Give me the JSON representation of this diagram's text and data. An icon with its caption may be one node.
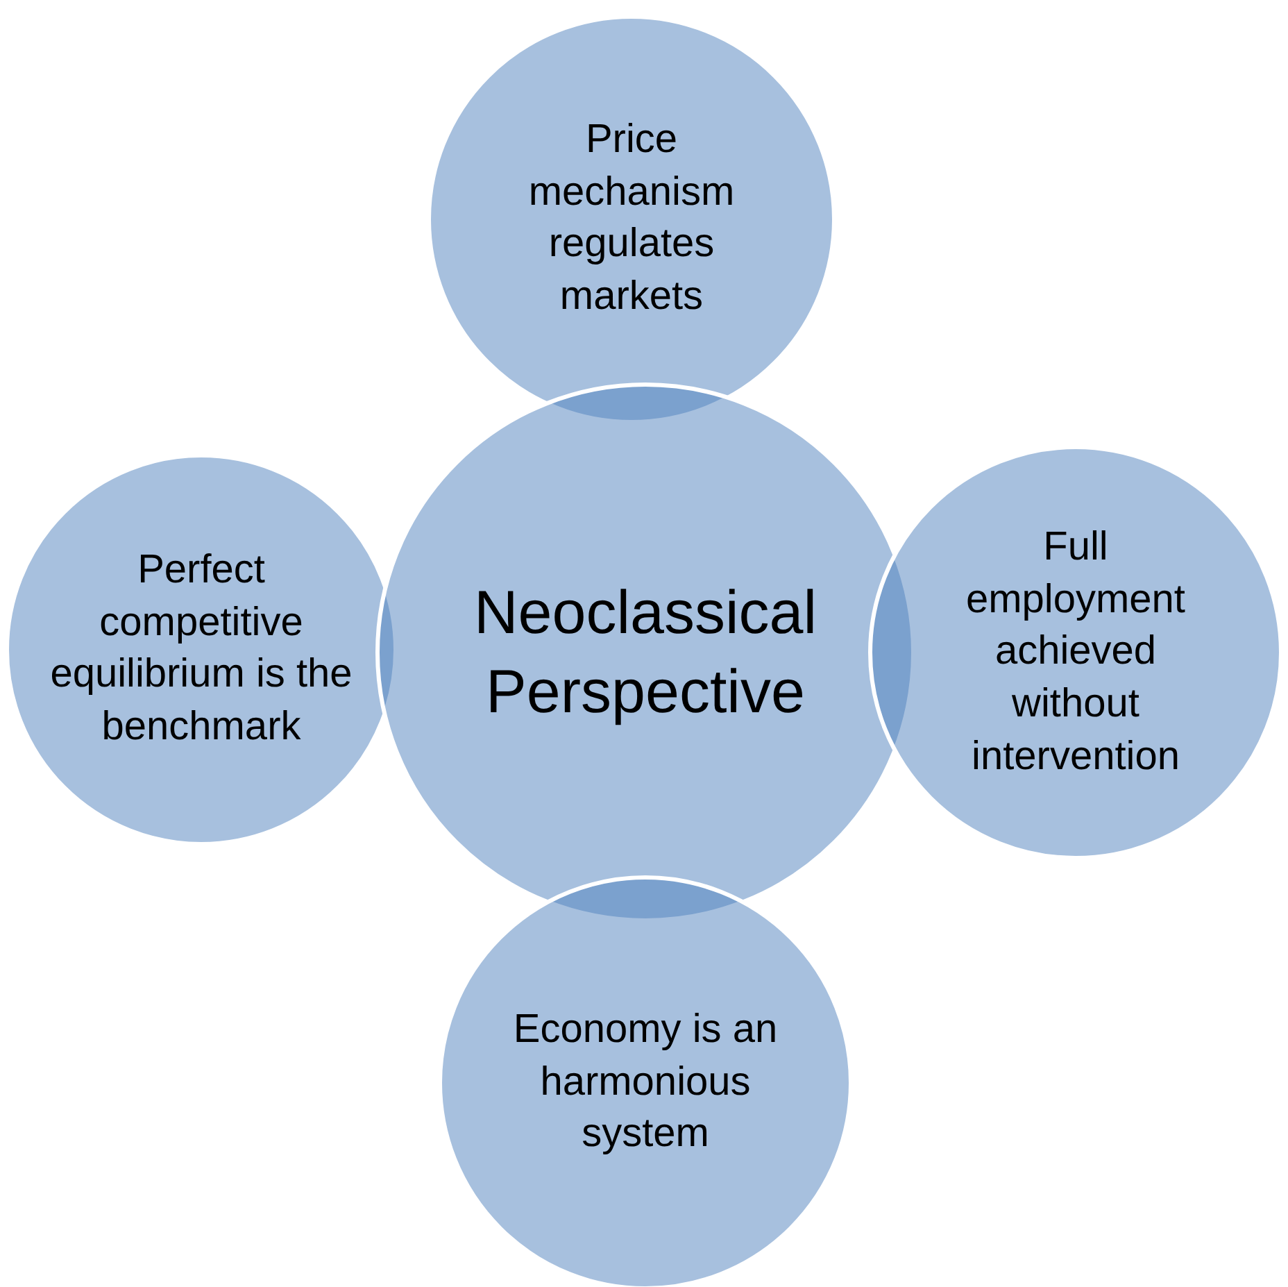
{
  "diagram": {
    "nodes": [
      {
        "text": [
          "Price mechanism regulates markets"
        ]
      },
      {
        "text": [
          "Perfect competitive equilibrium is the benchmark"
        ]
      },
      {
        "text": [
          "Neoclassical Perspective"
        ]
      },
      {
        "text": [
          "Full employment achieved without intervention"
        ]
      },
      {
        "text": [
          "Economy is an harmonious system"
        ]
      }
    ]
  }
}
